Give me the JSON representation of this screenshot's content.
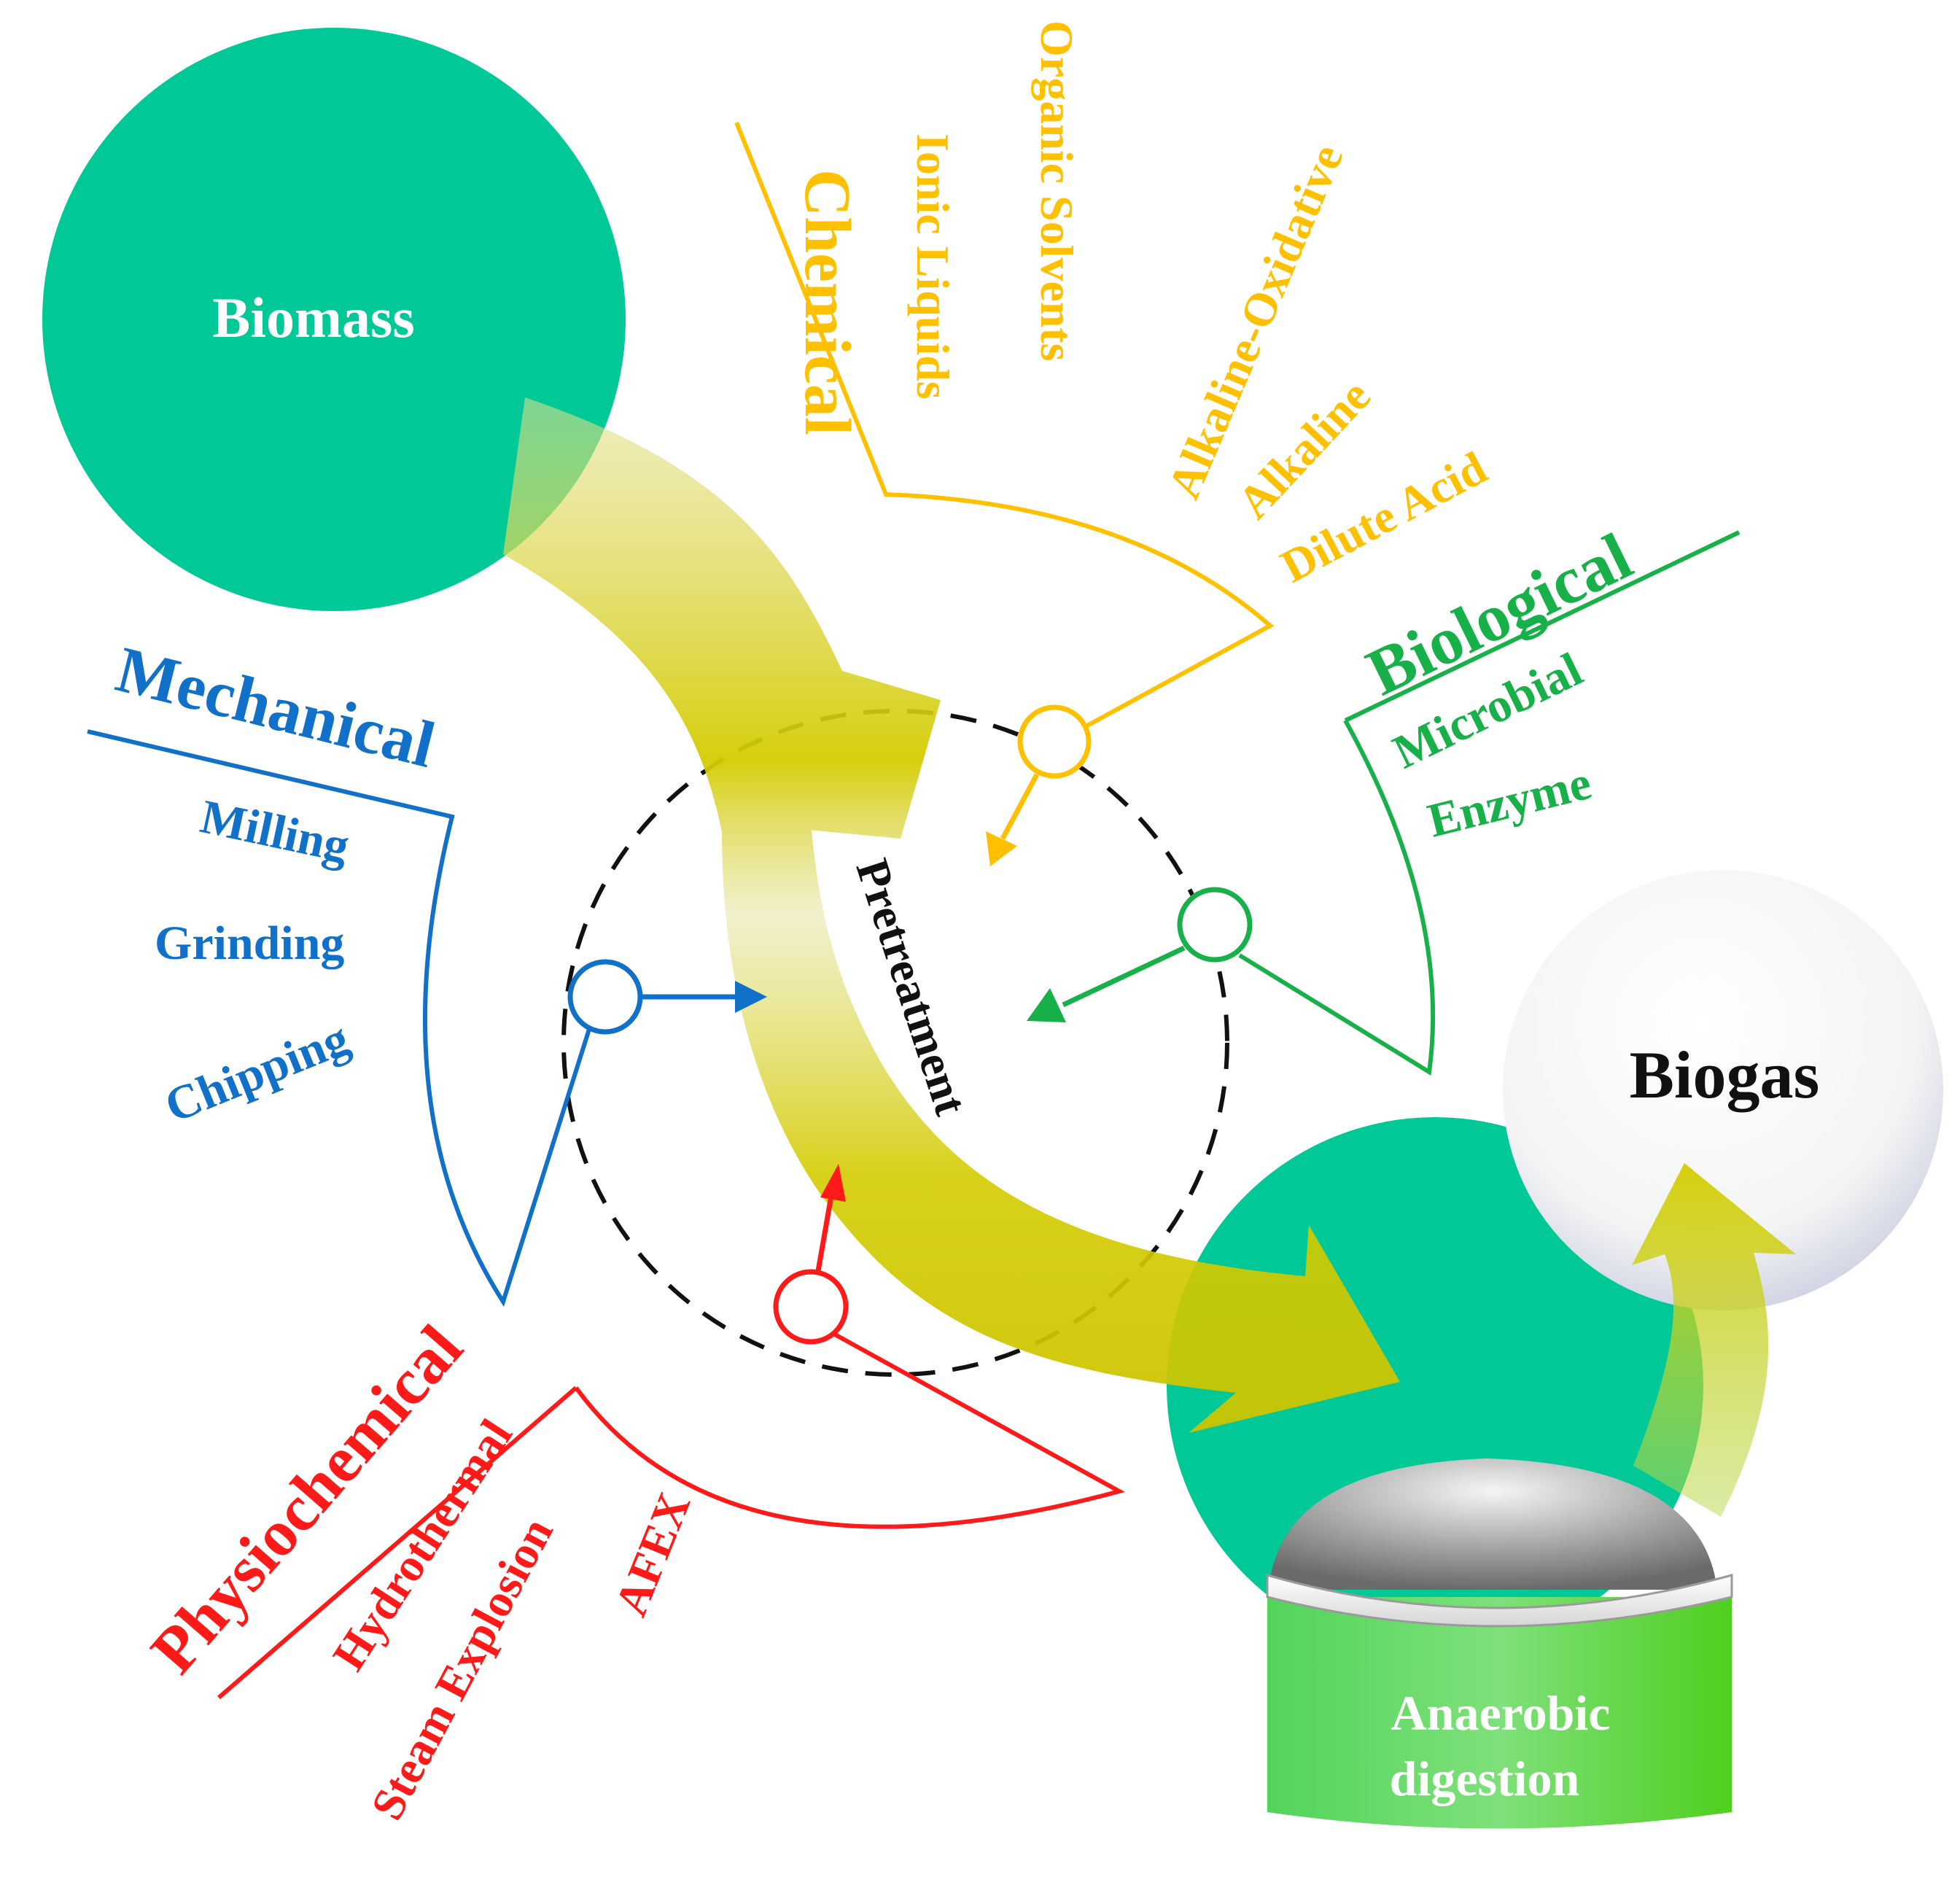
{
  "colors": {
    "teal": "#00c896",
    "orange": "#ffc000",
    "blue": "#1170c8",
    "green": "#18b048",
    "red": "#ff1a1a",
    "arrow": "#d4cc00",
    "black": "#111111",
    "white": "#ffffff"
  },
  "nodes": {
    "biomass": "Biomass",
    "pretreatment": "Pretreatment",
    "biogas": "Biogas",
    "digester_line1": "Anaerobic",
    "digester_line2": "digestion"
  },
  "categories": {
    "chemical": {
      "title": "Chemical",
      "items": [
        "Ionic Liquids",
        "Organic Solvents",
        "Alkaline-Oxidative",
        "Alkaline",
        "Dilute Acid"
      ]
    },
    "biological": {
      "title": "Biological",
      "items": [
        "Microbial",
        "Enzyme"
      ]
    },
    "mechanical": {
      "title": "Mechanical",
      "items": [
        "Milling",
        "Grinding",
        "Chipping"
      ]
    },
    "physiochemical": {
      "title": "Physiochemical",
      "items": [
        "Hydrothermal",
        "Steam Explosion",
        "AFEX"
      ]
    }
  }
}
